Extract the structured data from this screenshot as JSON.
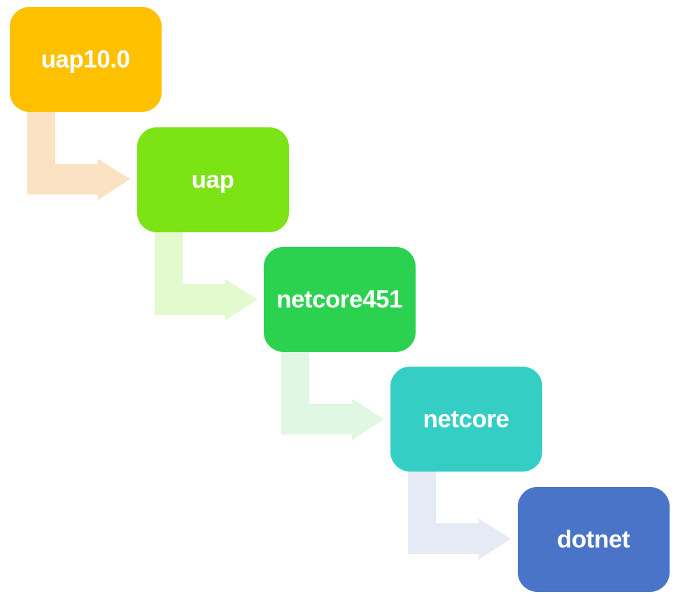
{
  "diagram": {
    "background_color": "#FFFFFF",
    "label_text_color": "#FFFFFF",
    "nodes": [
      {
        "label": "uap10.0",
        "color": "#FFC000"
      },
      {
        "label": "uap",
        "color": "#7CE314"
      },
      {
        "label": "netcore451",
        "color": "#2BD24F"
      },
      {
        "label": "netcore",
        "color": "#35CEC4"
      },
      {
        "label": "dotnet",
        "color": "#4A74C8"
      }
    ],
    "arrows": [
      {
        "from": "uap10.0",
        "to": "uap",
        "color": "#FBE2C2"
      },
      {
        "from": "uap",
        "to": "netcore451",
        "color": "#E3F9CE"
      },
      {
        "from": "netcore451",
        "to": "netcore",
        "color": "#DFF7E3"
      },
      {
        "from": "netcore",
        "to": "dotnet",
        "color": "#E6EAF5"
      }
    ]
  }
}
